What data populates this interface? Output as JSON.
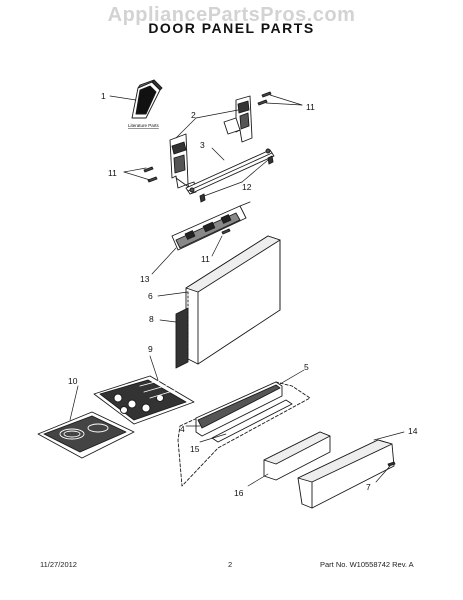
{
  "watermark": "AppliancePartsPros.com",
  "title": "DOOR PANEL PARTS",
  "literature_label": "Literature Parts",
  "callouts": [
    {
      "id": "c1",
      "text": "1"
    },
    {
      "id": "c2",
      "text": "2"
    },
    {
      "id": "c3",
      "text": "3"
    },
    {
      "id": "c4",
      "text": "4"
    },
    {
      "id": "c5",
      "text": "5"
    },
    {
      "id": "c6",
      "text": "6"
    },
    {
      "id": "c7",
      "text": "7"
    },
    {
      "id": "c8",
      "text": "8"
    },
    {
      "id": "c9",
      "text": "9"
    },
    {
      "id": "c10",
      "text": "10"
    },
    {
      "id": "c11a",
      "text": "11"
    },
    {
      "id": "c11b",
      "text": "11"
    },
    {
      "id": "c11c",
      "text": "11"
    },
    {
      "id": "c12",
      "text": "12"
    },
    {
      "id": "c13",
      "text": "13"
    },
    {
      "id": "c14",
      "text": "14"
    },
    {
      "id": "c15",
      "text": "15"
    },
    {
      "id": "c16",
      "text": "16"
    }
  ],
  "footer": {
    "date": "11/27/2012",
    "page": "2",
    "part": "Part No. W10558742  Rev. A"
  },
  "colors": {
    "line": "#1a1a1a",
    "watermark": "#d3d3d3"
  }
}
